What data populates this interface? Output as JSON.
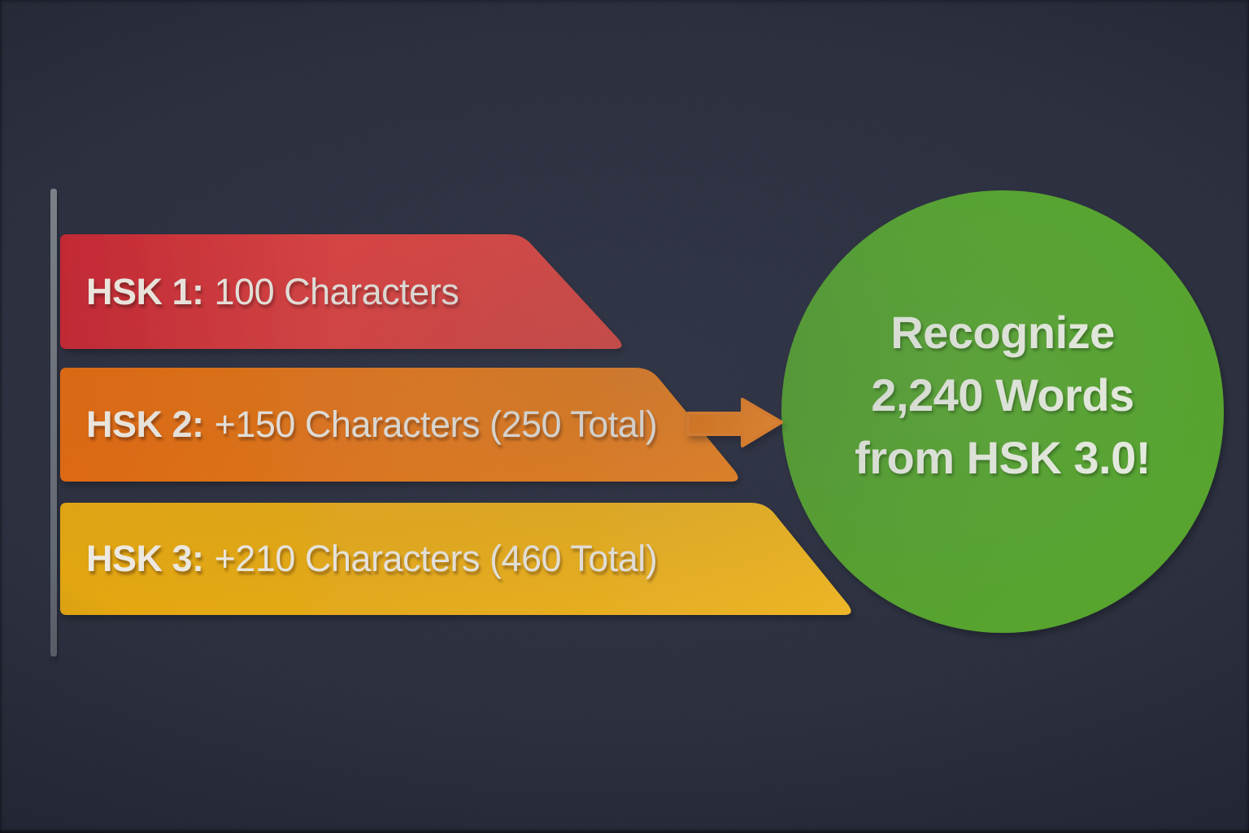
{
  "colors": {
    "background": "#282c3c",
    "bar_red": "#e03b3b",
    "bar_red_dark": "#c5242f",
    "bar_orange": "#f07c15",
    "bar_orange_dark": "#e2670c",
    "bar_yellow": "#f2b216",
    "bar_yellow_dark": "#e3a50b",
    "circle_green": "#55a52b",
    "arrow_orange": "#f08320",
    "axis_line": "#6c7178",
    "text_light": "#f3eee4",
    "callout_text": "#eef3e5"
  },
  "bars": [
    {
      "level": "HSK 1",
      "prefix": "HSK 1:",
      "rest": "100 Characters",
      "new_characters": 100,
      "total_characters": 100,
      "color": "#e03b3b"
    },
    {
      "level": "HSK 2",
      "prefix": "HSK 2:",
      "rest": "+150 Characters (250 Total)",
      "new_characters": 150,
      "total_characters": 250,
      "color": "#f07c15"
    },
    {
      "level": "HSK 3",
      "prefix": "HSK 3:",
      "rest": "+210 Characters (460 Total)",
      "new_characters": 210,
      "total_characters": 460,
      "color": "#f2b216"
    }
  ],
  "callout": {
    "lines": [
      "Recognize",
      "2,240 Words",
      "from HSK 3.0!"
    ],
    "words_recognized": "2,240",
    "standard": "HSK 3.0",
    "color": "#55a52b"
  },
  "icons": {
    "arrow": "arrow-right-icon"
  },
  "chart_data": {
    "type": "bar",
    "orientation": "horizontal",
    "categories": [
      "HSK 1",
      "HSK 2",
      "HSK 3"
    ],
    "series": [
      {
        "name": "New characters",
        "values": [
          100,
          150,
          210
        ]
      },
      {
        "name": "Total characters",
        "values": [
          100,
          250,
          460
        ]
      }
    ],
    "title": "",
    "xlabel": "",
    "ylabel": "",
    "grid": false,
    "legend": false,
    "annotation": "Recognize 2,240 Words from HSK 3.0!"
  }
}
